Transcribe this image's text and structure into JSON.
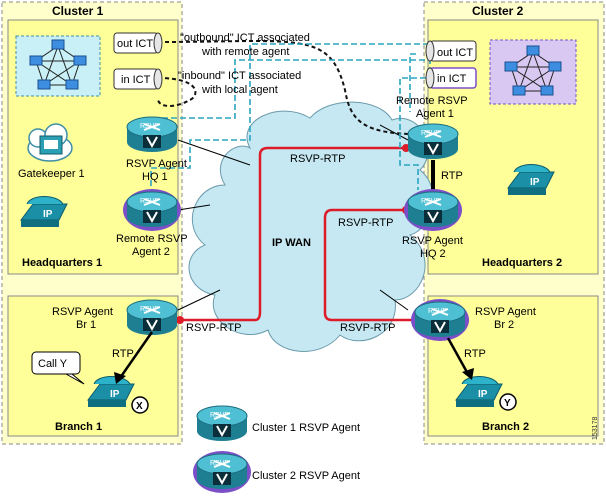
{
  "clusters": {
    "c1_title": "Cluster 1",
    "c2_title": "Cluster 2",
    "hq1": "Headquarters 1",
    "hq2": "Headquarters 2",
    "branch1": "Branch 1",
    "branch2": "Branch 2"
  },
  "ict": {
    "out1": "out ICT",
    "in1": "in ICT",
    "out2": "out ICT",
    "in2": "in ICT",
    "outbound_note_l1": "\"outbound\" ICT associated",
    "outbound_note_l2": "with remote agent",
    "inbound_note_l1": "\"inbound\" ICT associated",
    "inbound_note_l2": "with local agent"
  },
  "agents": {
    "hq1_l1": "RSVP Agent",
    "hq1_l2": "HQ 1",
    "remote2_l1": "Remote RSVP",
    "remote2_l2": "Agent 2",
    "remote1_l1": "Remote RSVP",
    "remote1_l2": "Agent 1",
    "hq2_l1": "RSVP Agent",
    "hq2_l2": "HQ 2",
    "br1_l1": "RSVP Agent",
    "br1_l2": "Br 1",
    "br2_l1": "RSVP Agent",
    "br2_l2": "Br 2",
    "device_label": "RSVP"
  },
  "links": {
    "rsvp_rtp_top": "RSVP-RTP",
    "rsvp_rtp_mid": "RSVP-RTP",
    "rsvp_rtp_br1": "RSVP-RTP",
    "rsvp_rtp_br2": "RSVP-RTP",
    "rtp_hq2": "RTP",
    "rtp_br1": "RTP",
    "rtp_br2": "RTP"
  },
  "misc": {
    "gatekeeper": "Gatekeeper 1",
    "wan": "IP WAN",
    "call_y": "Call Y",
    "phone_x": "X",
    "phone_y": "Y",
    "ip_label": "IP",
    "figure_id": "153178"
  },
  "legend": {
    "cluster1": "Cluster 1 RSVP Agent",
    "cluster2": "Cluster 2 RSVP Agent"
  },
  "colors": {
    "cluster_bg": "#ffffcc",
    "region_bg": "#ffff99",
    "wan_cloud": "#c6e8f2",
    "device_teal": "#2b9fb3",
    "cluster2_ring": "#7b4fc8",
    "rsvp_path": "#dd1c2a",
    "ict_dashed": "#111111",
    "signal_dashed": "#2aa5c0"
  }
}
